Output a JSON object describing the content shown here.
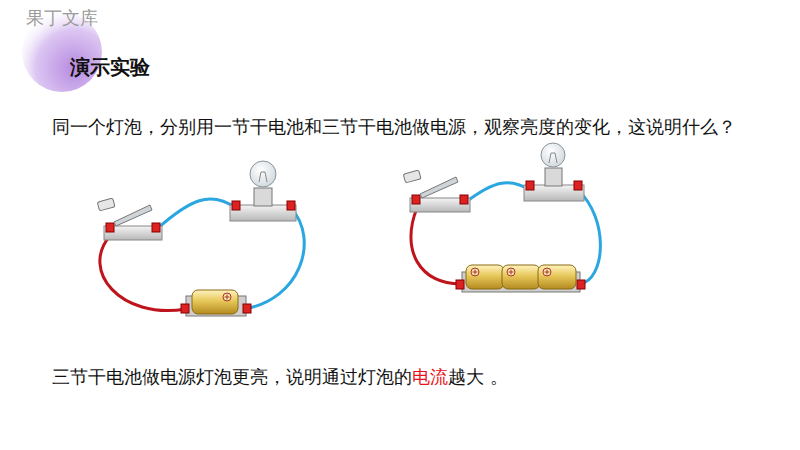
{
  "diagram": {
    "title": "演示实验",
    "labels": [
      "果丁文库",
      "同一个灯泡，分别用一节干电池和三节干电池做电源，观察亮度的变化，这说明什么？",
      "三节干电池做电源灯泡更亮，说明通过灯泡的",
      "电流",
      "越大 。"
    ]
  }
}
